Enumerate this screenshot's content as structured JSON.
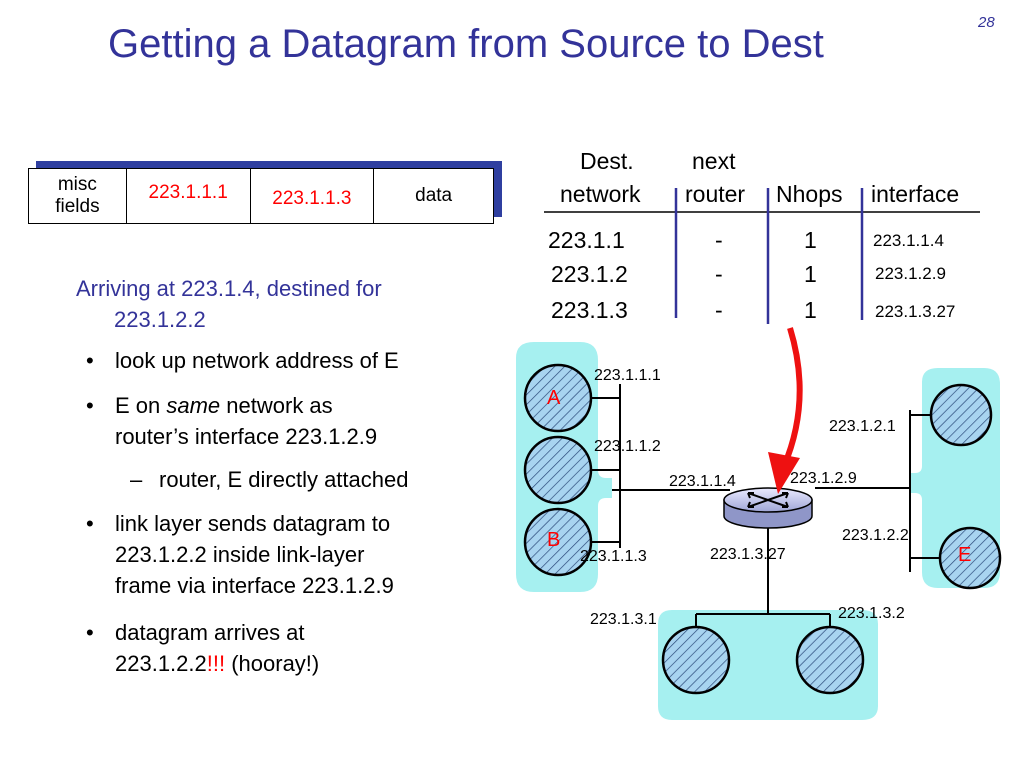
{
  "slide": {
    "title": "Getting a Datagram from Source to Dest",
    "number": "28"
  },
  "datagram": {
    "misc_line1": "misc",
    "misc_line2": "fields",
    "src": "223.1.1.1",
    "dst": "223.1.1.3",
    "data": "data"
  },
  "table": {
    "header": {
      "dest_line1": "Dest.",
      "dest_line2": "network",
      "next_line1": "next",
      "next_line2": "router",
      "nhops": "Nhops",
      "interface": "interface"
    },
    "rows": [
      {
        "dest": "223.1.1",
        "next": "-",
        "nhops": "1",
        "interface": "223.1.1.4"
      },
      {
        "dest": "223.1.2",
        "next": "-",
        "nhops": "1",
        "interface": "223.1.2.9"
      },
      {
        "dest": "223.1.3",
        "next": "-",
        "nhops": "1",
        "interface": "223.1.3.27"
      }
    ]
  },
  "text": {
    "intro_line1": "Arriving at 223.1.4, destined for",
    "intro_line2": "223.1.2.2",
    "b1": "look up network address of E",
    "b2_pre": "E on ",
    "b2_em": "same",
    "b2_post": " network as",
    "b2_line2": "router’s interface 223.1.2.9",
    "sub1": "router, E directly attached",
    "b3_line1": "link layer sends datagram to",
    "b3_line2": "223.1.2.2 inside link-layer",
    "b3_line3": "frame via interface 223.1.2.9",
    "b4_line1": "datagram arrives at",
    "b4_addr": "223.1.2.2",
    "b4_bang": "!!!",
    "b4_post": " (hooray!)",
    "bullet": "•",
    "dash": "–"
  },
  "network": {
    "hosts": {
      "a": "A",
      "b": "B",
      "e": "E"
    },
    "labels": {
      "h_a": "223.1.1.1",
      "h_mid": "223.1.1.2",
      "h_b": "223.1.1.3",
      "r_if1": "223.1.1.4",
      "r_if2": "223.1.2.9",
      "r_if3": "223.1.3.27",
      "h_tr": "223.1.2.1",
      "h_e": "223.1.2.2",
      "h_bl": "223.1.3.1",
      "h_br": "223.1.3.2"
    },
    "colors": {
      "lan": "#a6f0f0",
      "host": "#a8d4f0",
      "arrow": "#ee1111",
      "title": "#333399"
    }
  }
}
